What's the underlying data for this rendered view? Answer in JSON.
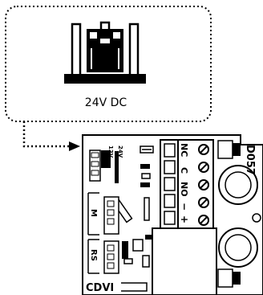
{
  "callout": {
    "voltage_label": "24V DC"
  },
  "board": {
    "jumper_labels": [
      "12V",
      "24V"
    ],
    "terminal_labels": [
      "NC",
      "C",
      "NO",
      "−",
      "+"
    ],
    "connector_labels": [
      "M",
      "RS"
    ],
    "brand_label": "CDVI",
    "model_label": "D057"
  }
}
